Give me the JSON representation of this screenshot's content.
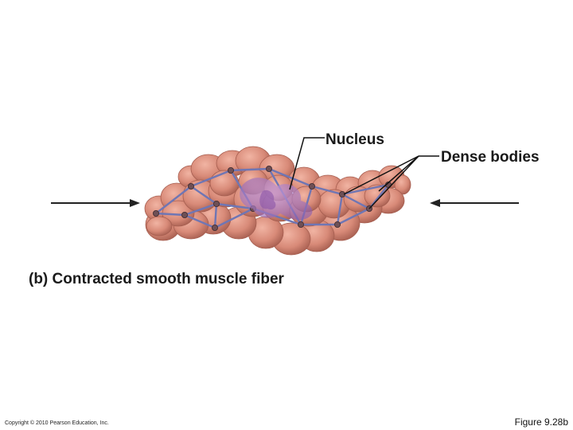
{
  "labels": {
    "nucleus": "Nucleus",
    "dense_bodies": "Dense bodies"
  },
  "caption": "(b) Contracted smooth muscle fiber",
  "footer": {
    "copyright": "Copyright © 2010 Pearson Education, Inc.",
    "figure_number": "Figure 9.28b"
  },
  "colors": {
    "cell_fill": "#d88a78",
    "cell_shadow": "#a65e50",
    "filament": "#6f76b4",
    "dense_body": "#6e4f55",
    "nucleus": "#a77bc2",
    "arrow": "#222222"
  },
  "icons": {
    "left_arrow": "compression-arrow-right",
    "right_arrow": "compression-arrow-left"
  }
}
